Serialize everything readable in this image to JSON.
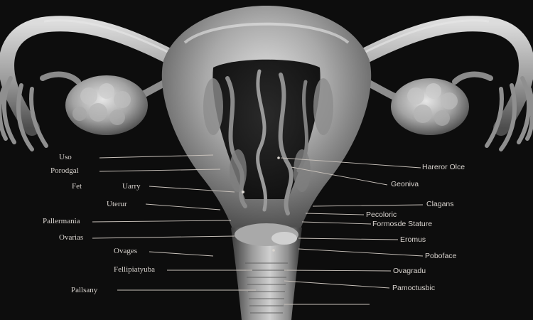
{
  "labels_left": [
    {
      "id": "uso",
      "text": "Uso"
    },
    {
      "id": "porodgal",
      "text": "Porodgal"
    },
    {
      "id": "fet",
      "text": "Fet"
    },
    {
      "id": "uarry",
      "text": "Uarry"
    },
    {
      "id": "uterur",
      "text": "Uterur"
    },
    {
      "id": "pallermania",
      "text": "Pallermania"
    },
    {
      "id": "ovarias",
      "text": "Ovarias"
    },
    {
      "id": "ovages",
      "text": "Ovages"
    },
    {
      "id": "fellipiatyuba",
      "text": "Fellipiatyuba"
    },
    {
      "id": "pallsany",
      "text": "Pallsany"
    }
  ],
  "labels_right": [
    {
      "id": "harerot-olce",
      "text": "Hareror Olce"
    },
    {
      "id": "geoniva",
      "text": "Geoniva"
    },
    {
      "id": "clagans",
      "text": "Clagans"
    },
    {
      "id": "pacolorie",
      "text": "Pecoloric"
    },
    {
      "id": "formosde-stature",
      "text": "Formosde Stature"
    },
    {
      "id": "eromus",
      "text": "Eromus"
    },
    {
      "id": "poboface",
      "text": "Poboface"
    },
    {
      "id": "ovagradu",
      "text": "Ovagradu"
    },
    {
      "id": "pamoctusbic",
      "text": "Pamoctusbic"
    }
  ],
  "colors": {
    "background": "#0d0d0d",
    "organ": "#9b9b9b",
    "organ_highlight": "#d6d6d6",
    "leader_line": "#c9c2bb",
    "label_text": "#d9d4cf"
  }
}
